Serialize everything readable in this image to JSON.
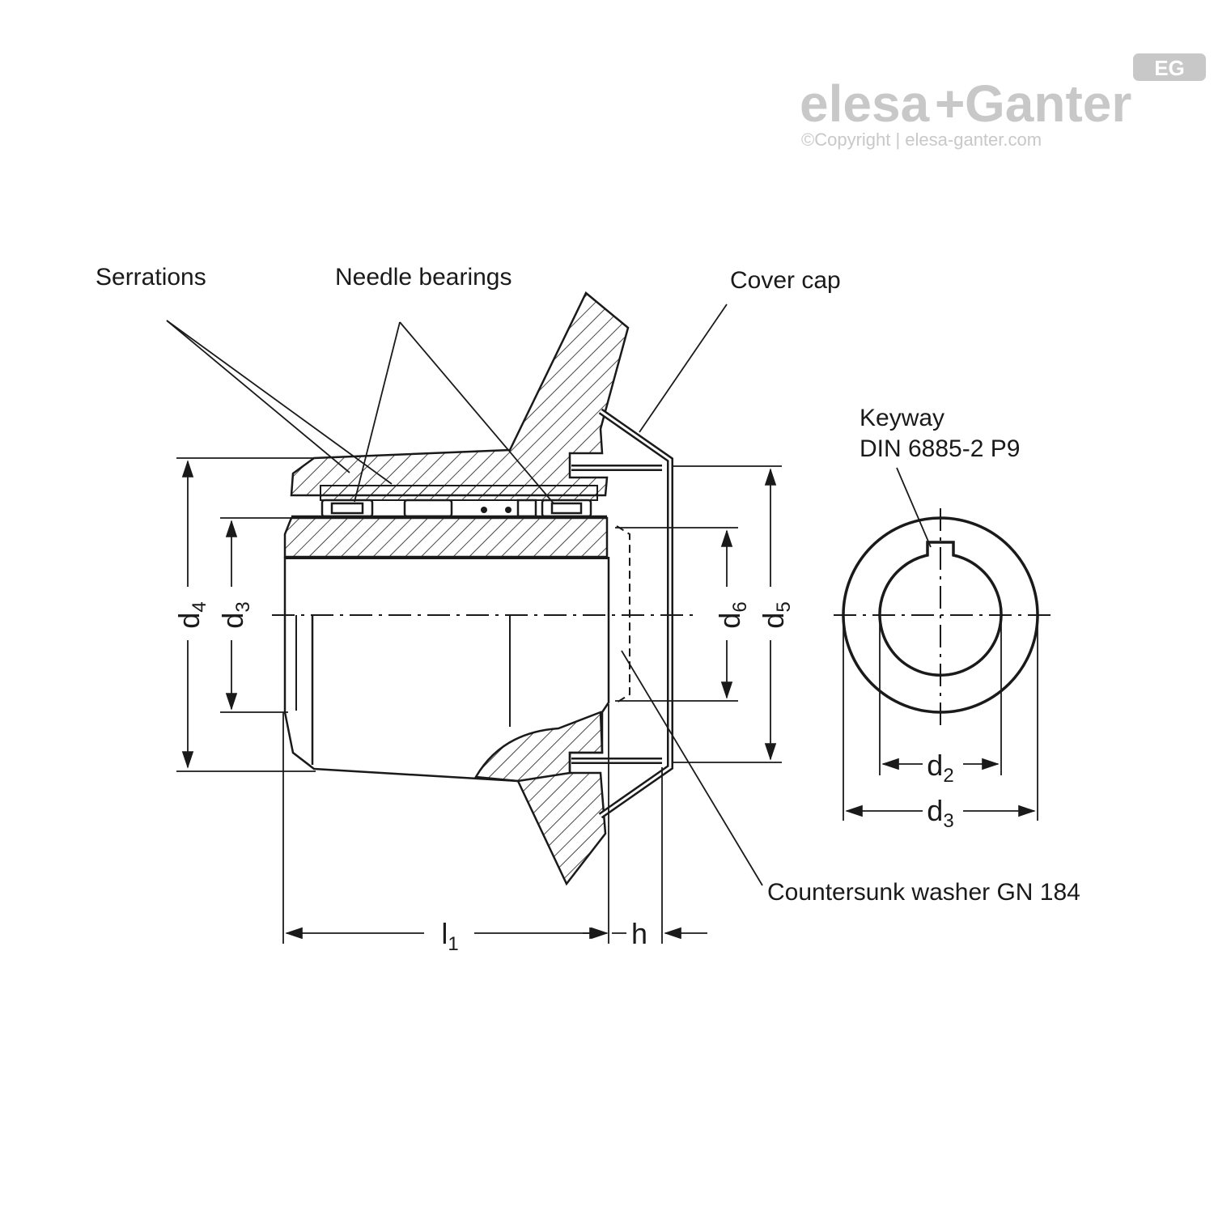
{
  "logo": {
    "brand_left": "elesa",
    "brand_plus": "+",
    "brand_right": "Ganter",
    "badge": "EG",
    "copyright": "©Copyright | elesa-ganter.com"
  },
  "callouts": {
    "serrations": "Serrations",
    "needle_bearings": "Needle bearings",
    "cover_cap": "Cover cap",
    "keyway_line1": "Keyway",
    "keyway_line2": "DIN 6885-2 P9",
    "countersunk_washer": "Countersunk washer GN 184"
  },
  "dimensions": {
    "d4": {
      "base": "d",
      "sub": "4"
    },
    "d3": {
      "base": "d",
      "sub": "3"
    },
    "d6": {
      "base": "d",
      "sub": "6"
    },
    "d5": {
      "base": "d",
      "sub": "5"
    },
    "d2": {
      "base": "d",
      "sub": "2"
    },
    "d3_end": {
      "base": "d",
      "sub": "3"
    },
    "l1": {
      "base": "l",
      "sub": "1"
    },
    "h": "h"
  },
  "colors": {
    "line": "#1a1a1a",
    "logo": "#c8c8c8",
    "background": "#ffffff"
  }
}
